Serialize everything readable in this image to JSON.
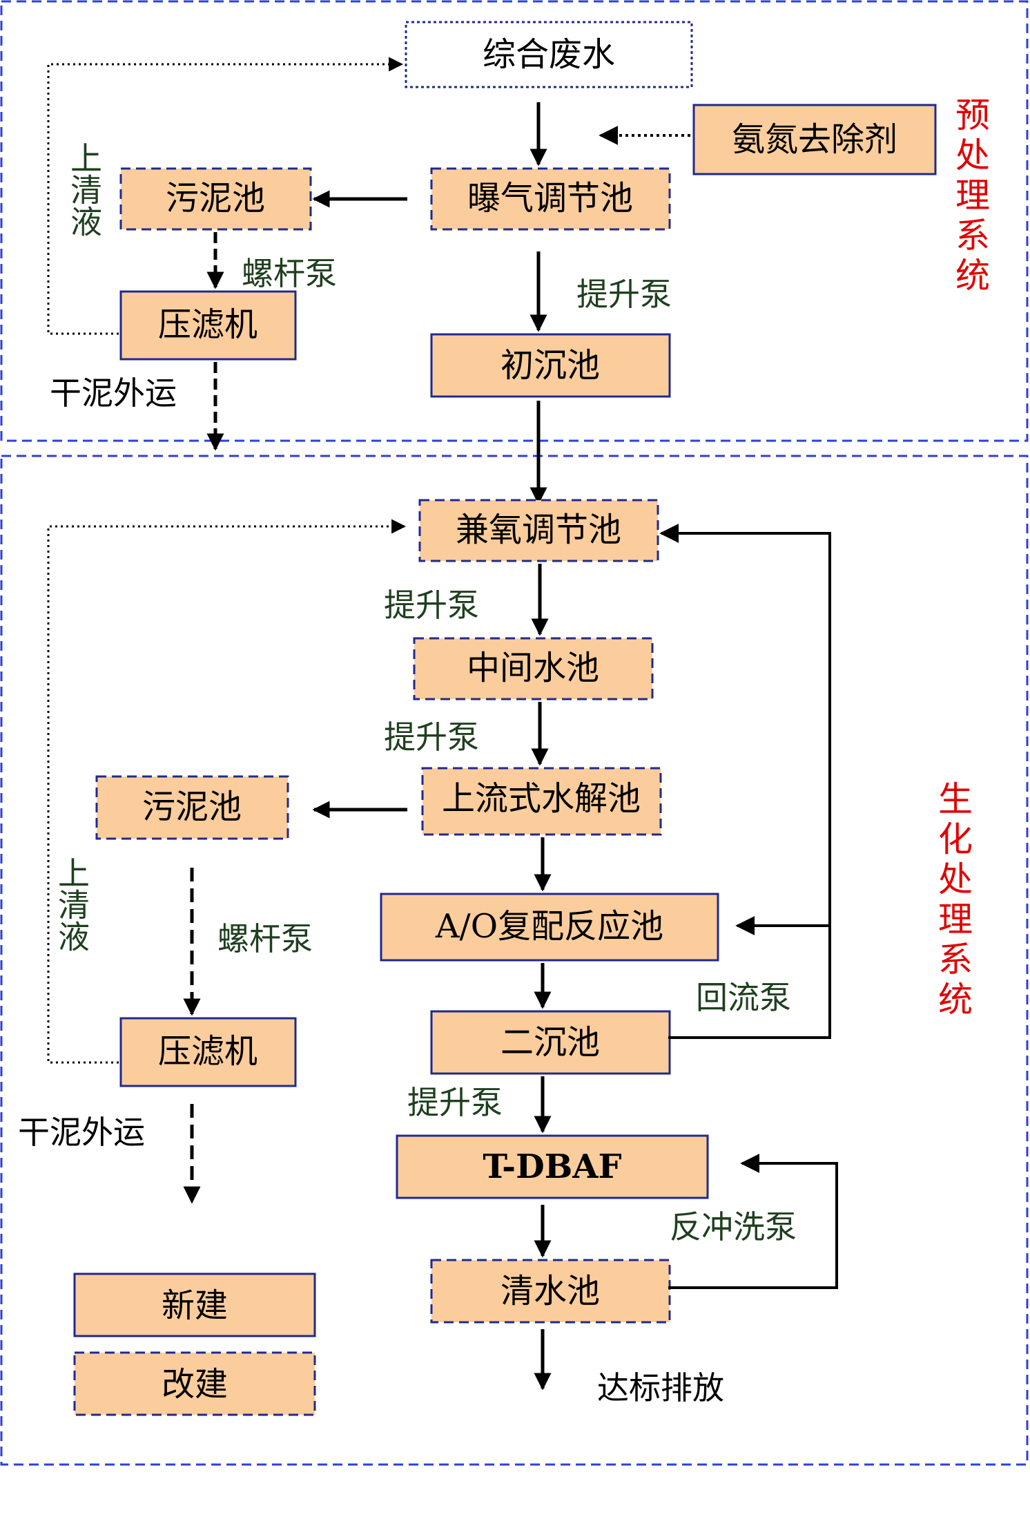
{
  "colors": {
    "box_fill": "#fbcd9c",
    "box_border": "#1f2a8c",
    "section_border": "#2f3fd6",
    "side_label": "#e00000",
    "green_label": "#1f3f1f"
  },
  "sections": {
    "pretreatment": "预处理系统",
    "biochemical": "生化处理系统"
  },
  "boxes": {
    "wastewater": "综合废水",
    "ammonia_remover": "氨氮去除剂",
    "aeration_tank": "曝气调节池",
    "sludge_tank_1": "污泥池",
    "filter_press_1": "压滤机",
    "primary_clarifier": "初沉池",
    "anoxic_tank": "兼氧调节池",
    "middle_tank": "中间水池",
    "upflow_hydrolysis": "上流式水解池",
    "sludge_tank_2": "污泥池",
    "ao_tank": "A/O复配反应池",
    "secondary_clarifier": "二沉池",
    "filter_press_2": "压滤机",
    "tdbaf": "T-DBAF",
    "clear_tank": "清水池"
  },
  "labels": {
    "supernatant_1": "上清液",
    "screw_pump_1": "螺杆泵",
    "lift_pump_1": "提升泵",
    "dry_sludge_1": "干泥外运",
    "lift_pump_2": "提升泵",
    "lift_pump_3": "提升泵",
    "supernatant_2": "上清液",
    "screw_pump_2": "螺杆泵",
    "reflux_pump": "回流泵",
    "dry_sludge_2": "干泥外运",
    "lift_pump_4": "提升泵",
    "backwash_pump": "反冲洗泵",
    "discharge": "达标排放"
  },
  "legend": {
    "new_build": "新建",
    "rebuild": "改建"
  }
}
